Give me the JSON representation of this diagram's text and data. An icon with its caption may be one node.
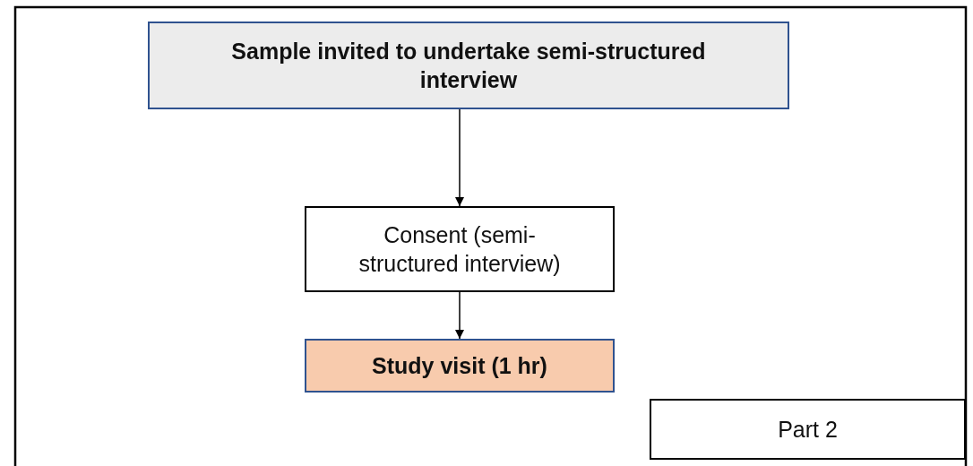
{
  "diagram": {
    "nodes": [
      {
        "text": [
          "Sample invited to undertake semi-structured interview"
        ]
      },
      {
        "text": [
          "Consent (semi-structured interview)"
        ]
      },
      {
        "text": [
          "Study visit (1 hr)"
        ]
      },
      {
        "text": [
          "Part 2"
        ]
      }
    ],
    "edges": [
      {
        "from": 0,
        "to": 1,
        "arrow": "to"
      },
      {
        "from": 1,
        "to": 2,
        "arrow": "to"
      }
    ]
  }
}
